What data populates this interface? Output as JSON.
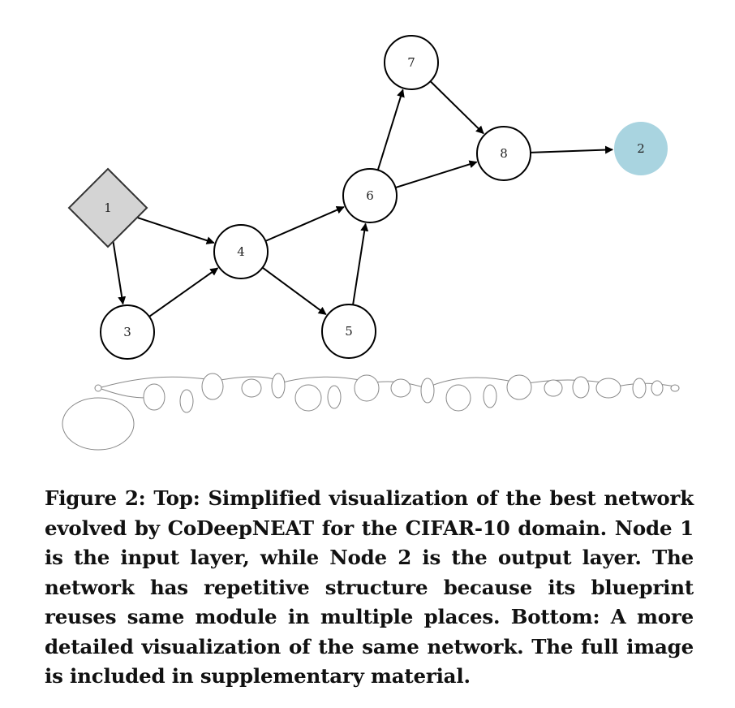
{
  "diagram": {
    "nodes": [
      {
        "id": "1",
        "label": "1",
        "shape": "diamond",
        "fill": "#d4d4d4"
      },
      {
        "id": "3",
        "label": "3",
        "shape": "circle",
        "fill": "#ffffff"
      },
      {
        "id": "4",
        "label": "4",
        "shape": "circle",
        "fill": "#ffffff"
      },
      {
        "id": "5",
        "label": "5",
        "shape": "circle",
        "fill": "#ffffff"
      },
      {
        "id": "6",
        "label": "6",
        "shape": "circle",
        "fill": "#ffffff"
      },
      {
        "id": "7",
        "label": "7",
        "shape": "circle",
        "fill": "#ffffff"
      },
      {
        "id": "8",
        "label": "8",
        "shape": "circle",
        "fill": "#ffffff"
      },
      {
        "id": "2",
        "label": "2",
        "shape": "circle-filled",
        "fill": "#a9d4e0"
      }
    ],
    "edges": [
      {
        "from": "1",
        "to": "4"
      },
      {
        "from": "1",
        "to": "3"
      },
      {
        "from": "3",
        "to": "4"
      },
      {
        "from": "4",
        "to": "6"
      },
      {
        "from": "4",
        "to": "5"
      },
      {
        "from": "5",
        "to": "6"
      },
      {
        "from": "6",
        "to": "7"
      },
      {
        "from": "6",
        "to": "8"
      },
      {
        "from": "7",
        "to": "8"
      },
      {
        "from": "8",
        "to": "2"
      }
    ]
  },
  "caption": "Figure 2: Top: Simplified visualization of the best network evolved by CoDeepNEAT for the CIFAR-10 domain.  Node 1 is the input layer, while Node 2 is the output layer. The network has repetitive structure because its blueprint reuses same module in multiple places. Bottom: A more detailed visualization of the same network. The full image is included in supplementary material."
}
